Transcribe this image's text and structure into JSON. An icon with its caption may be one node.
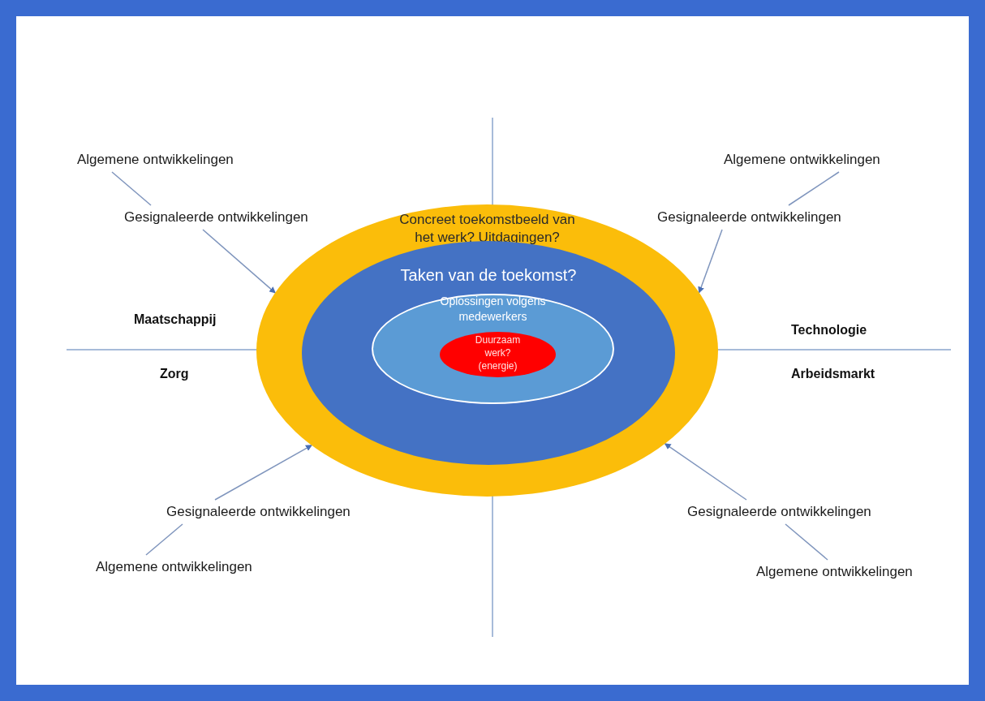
{
  "diagram": {
    "nodes": [
      {
        "text": [
          "Concreet toekomstbeeld van het werk? Uitdagingen?"
        ]
      },
      {
        "text": [
          "Taken van de toekomst?"
        ],
        "in": 0
      },
      {
        "text": [
          "Oplossingen volgens medewerkers"
        ],
        "in": 1
      },
      {
        "text": [
          "Duurzaam werk? (energie)"
        ],
        "in": 2
      },
      {
        "text": [
          "Algemene ontwikkelingen"
        ]
      },
      {
        "text": [
          "Gesignaleerde ontwikkelingen"
        ]
      },
      {
        "text": [
          "Algemene ontwikkelingen"
        ]
      },
      {
        "text": [
          "Gesignaleerde ontwikkelingen"
        ]
      },
      {
        "text": [
          "Gesignaleerde ontwikkelingen"
        ]
      },
      {
        "text": [
          "Algemene ontwikkelingen"
        ]
      },
      {
        "text": [
          "Gesignaleerde ontwikkelingen"
        ]
      },
      {
        "text": [
          "Algemene ontwikkelingen"
        ]
      }
    ],
    "edges": [
      {
        "from": 4,
        "to": 5,
        "arrow": "none"
      },
      {
        "from": 5,
        "to": 0,
        "arrow": "to"
      },
      {
        "from": 6,
        "to": 7,
        "arrow": "none"
      },
      {
        "from": 7,
        "to": 0,
        "arrow": "to"
      },
      {
        "from": 8,
        "to": 0,
        "arrow": "to"
      },
      {
        "from": 9,
        "to": 8,
        "arrow": "none"
      },
      {
        "from": 10,
        "to": 0,
        "arrow": "to"
      },
      {
        "from": 11,
        "to": 10,
        "arrow": "none"
      }
    ],
    "labels": [
      "Maatschappij",
      "Technologie",
      "Zorg",
      "Arbeidsmarkt"
    ]
  }
}
